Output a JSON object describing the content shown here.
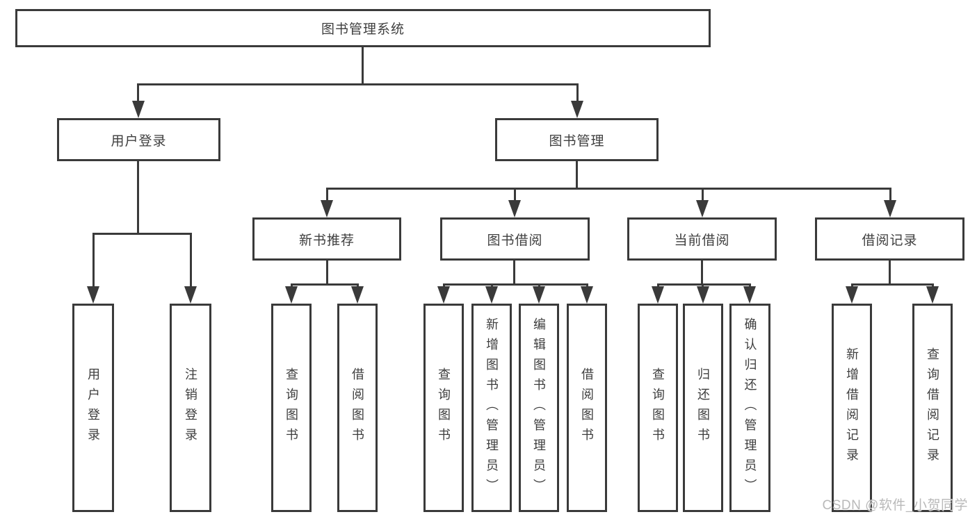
{
  "diagram": {
    "type": "org-tree",
    "root": {
      "label": "图书管理系统",
      "children": [
        {
          "label": "用户登录",
          "children": [
            {
              "label": "用户登录"
            },
            {
              "label": "注销登录"
            }
          ]
        },
        {
          "label": "图书管理",
          "children": [
            {
              "label": "新书推荐",
              "children": [
                {
                  "label": "查询图书"
                },
                {
                  "label": "借阅图书"
                }
              ]
            },
            {
              "label": "图书借阅",
              "children": [
                {
                  "label": "查询图书"
                },
                {
                  "label": "新增图书（管理员）"
                },
                {
                  "label": "编辑图书（管理员）"
                },
                {
                  "label": "借阅图书"
                }
              ]
            },
            {
              "label": "当前借阅",
              "children": [
                {
                  "label": "查询图书"
                },
                {
                  "label": "归还图书"
                },
                {
                  "label": "确认归还（管理员）"
                }
              ]
            },
            {
              "label": "借阅记录",
              "children": [
                {
                  "label": "新增借阅记录"
                },
                {
                  "label": "查询借阅记录"
                }
              ]
            }
          ]
        }
      ]
    }
  },
  "watermark": {
    "text": "CSDN @软件_小贺同学"
  },
  "colors": {
    "line": "#3a3a3a",
    "text": "#3e3e3e",
    "watermark": "#b9b9b9",
    "background": "#ffffff"
  }
}
